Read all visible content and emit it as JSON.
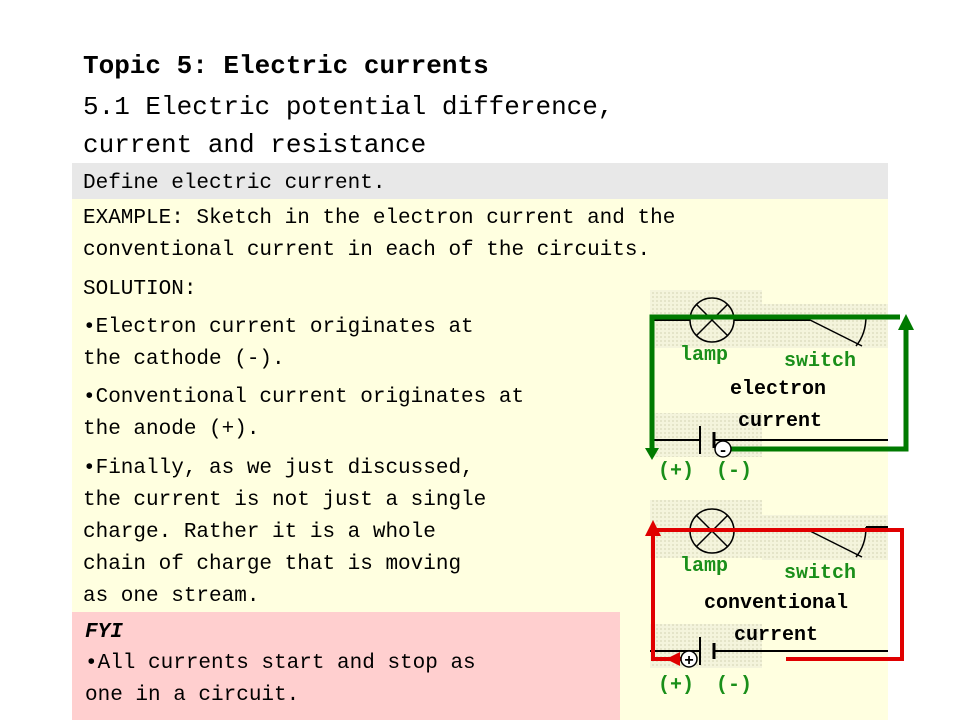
{
  "title": "Topic 5: Electric currents",
  "subtitle": "5.1 Electric potential difference,\ncurrent and resistance",
  "define": "Define electric current.",
  "example": "EXAMPLE: Sketch in the electron current and the\nconventional current in each of the circuits.",
  "solution_label": "SOLUTION:",
  "bullets": [
    "•Electron current originates at\nthe cathode (-).",
    "•Conventional current originates at\nthe anode (+).",
    "•Finally, as we just discussed,\nthe current is not just a single\ncharge. Rather it is a whole\nchain of charge that is moving\nas one stream."
  ],
  "fyi": {
    "title": "FYI",
    "body": "•All currents start and stop as\none in a circuit."
  },
  "circuits": [
    {
      "lamp_label": "lamp",
      "switch_label": "switch",
      "current_label_1": "electron",
      "current_label_2": "current",
      "terminal_plus": "(+)",
      "terminal_minus": "(-)",
      "charge_sign": "-",
      "arrow_color": "#007a00"
    },
    {
      "lamp_label": "lamp",
      "switch_label": "switch",
      "current_label_1": "conventional",
      "current_label_2": "current",
      "terminal_plus": "(+)",
      "terminal_minus": "(-)",
      "charge_sign": "+",
      "arrow_color": "#e00000"
    }
  ],
  "colors": {
    "text_color": "#1a8f1a",
    "panel_bg": "#ffffe0",
    "fyi_bg": "#ffcfcf",
    "define_bg": "#e8e8e8"
  }
}
